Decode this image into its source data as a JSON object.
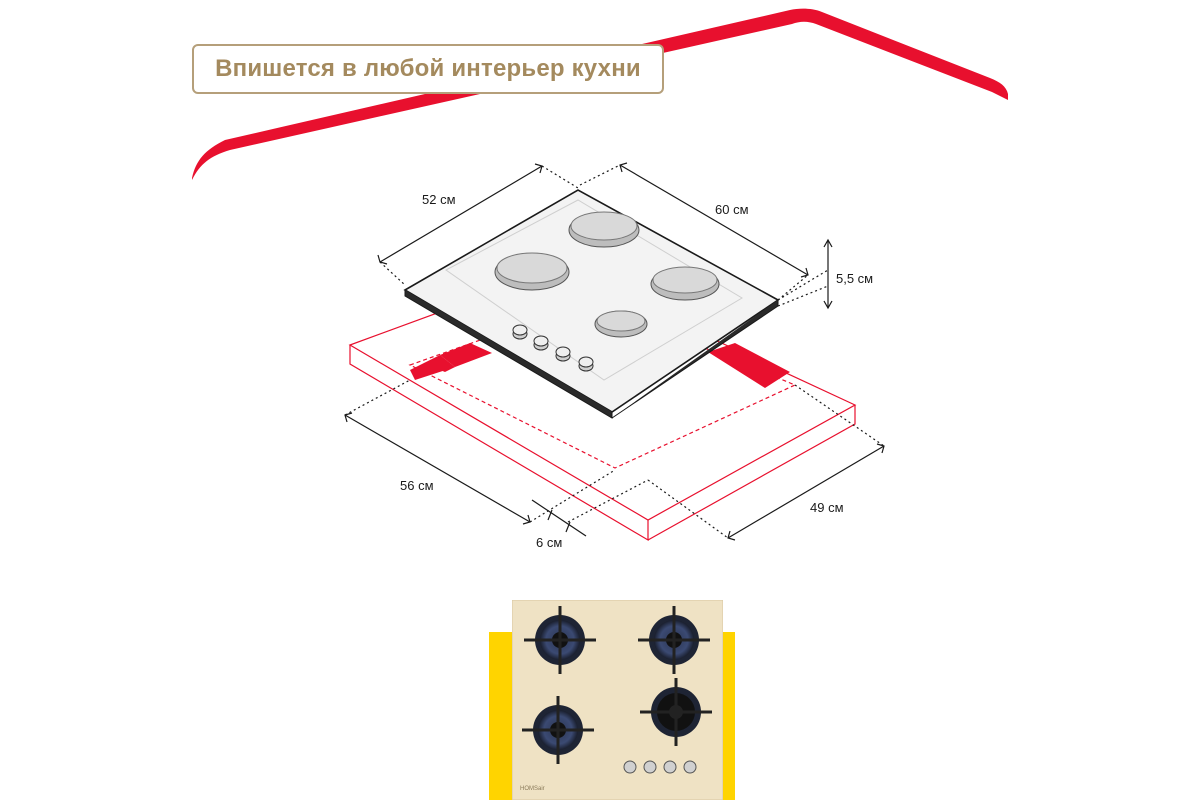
{
  "banner": {
    "title": "Впишется в любой интерьер кухни",
    "accent_color": "#e8102e",
    "border_color": "#b59f7a",
    "text_color": "#a48a5e"
  },
  "dimensions": {
    "depth_top": "52 см",
    "width_top": "60 см",
    "height": "5,5 см",
    "cutout_width": "56 см",
    "cutout_depth": "49 см",
    "edge_gap": "6 см"
  },
  "product_photo": {
    "panel_color": "#efe2c4",
    "backdrop_color": "#ffd400",
    "brand_mark": "HOMSair"
  },
  "icons": {
    "hob": "hob-illustration-icon",
    "burner": "burner-icon",
    "knob": "control-knob-icon"
  }
}
